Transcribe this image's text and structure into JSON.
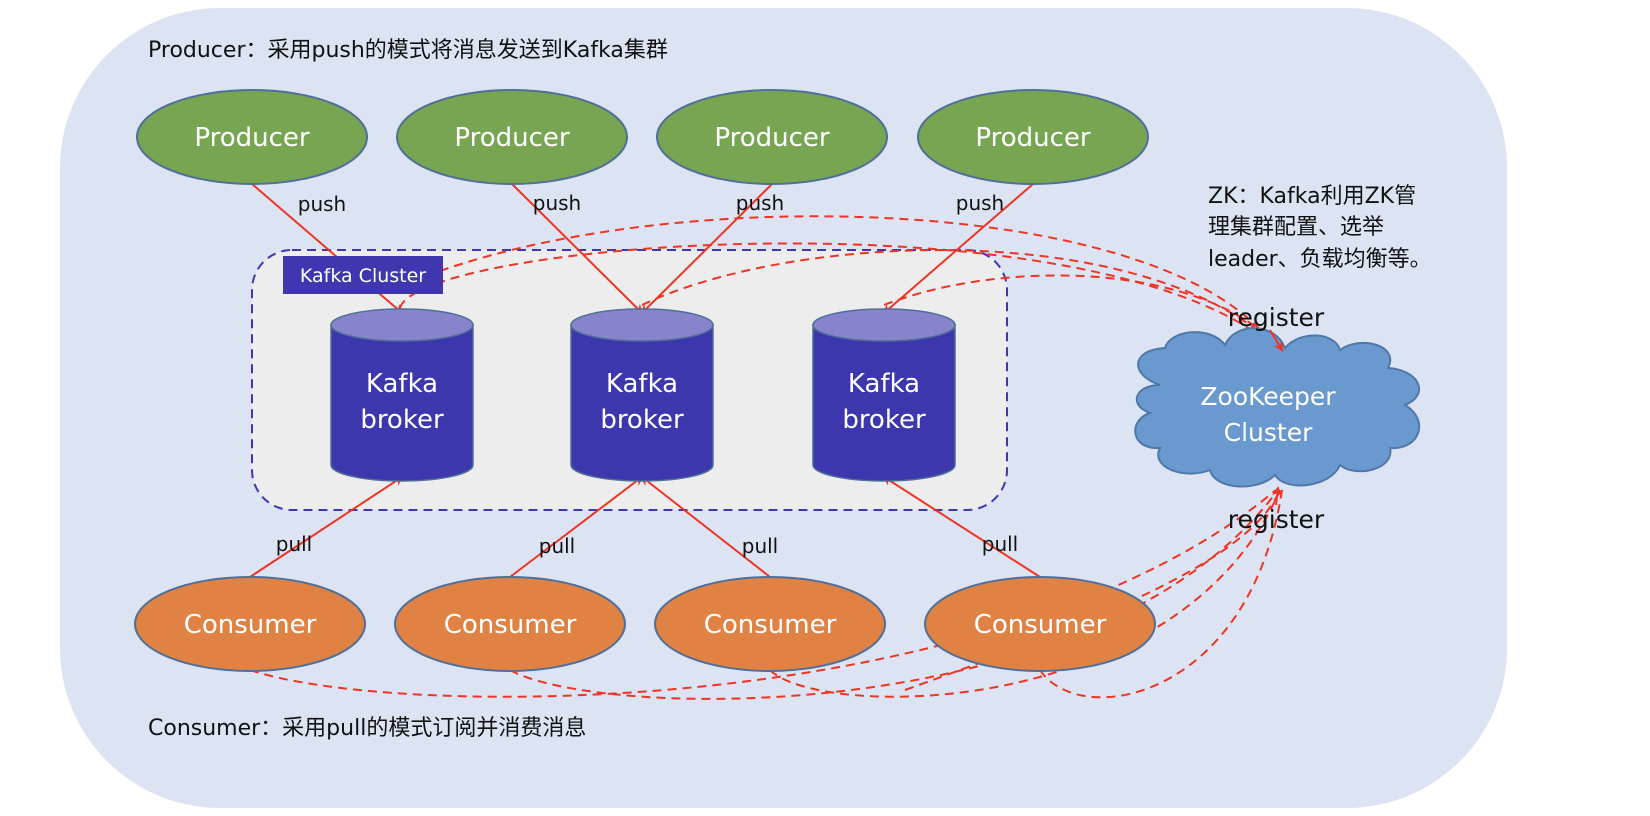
{
  "colors": {
    "panel_bg": "#dce3f2",
    "cluster_bg": "#ededed",
    "cluster_border": "#3f36b0",
    "producer_fill": "#78a551",
    "consumer_fill": "#e08244",
    "broker_body": "#3d37ad",
    "broker_top": "#8884cb",
    "cloud_fill": "#6a99cf",
    "cloud_stroke": "#4f78a8",
    "arrow_red": "#ee3424",
    "label_fill": "#3f36b0"
  },
  "header": {
    "producer_note": "Producer：采用push的模式将消息发送到Kafka集群"
  },
  "footer": {
    "consumer_note": "Consumer：采用pull的模式订阅并消费消息"
  },
  "zk_note": {
    "lines": [
      "ZK：Kafka利用ZK管",
      "理集群配置、选举",
      "leader、负载均衡等。"
    ]
  },
  "producers": [
    {
      "label": "Producer",
      "edge_label": "push",
      "target_broker": 0
    },
    {
      "label": "Producer",
      "edge_label": "push",
      "target_broker": 1
    },
    {
      "label": "Producer",
      "edge_label": "push",
      "target_broker": 1
    },
    {
      "label": "Producer",
      "edge_label": "push",
      "target_broker": 2
    }
  ],
  "cluster": {
    "label": "Kafka Cluster",
    "brokers": [
      {
        "line1": "Kafka",
        "line2": "broker"
      },
      {
        "line1": "Kafka",
        "line2": "broker"
      },
      {
        "line1": "Kafka",
        "line2": "broker"
      }
    ]
  },
  "consumers": [
    {
      "label": "Consumer",
      "edge_label": "pull",
      "source_broker": 0
    },
    {
      "label": "Consumer",
      "edge_label": "pull",
      "source_broker": 1
    },
    {
      "label": "Consumer",
      "edge_label": "pull",
      "source_broker": 1
    },
    {
      "label": "Consumer",
      "edge_label": "pull",
      "source_broker": 2
    }
  ],
  "zookeeper": {
    "line1": "ZooKeeper",
    "line2": "Cluster",
    "register_top": "register",
    "register_bottom": "register"
  }
}
